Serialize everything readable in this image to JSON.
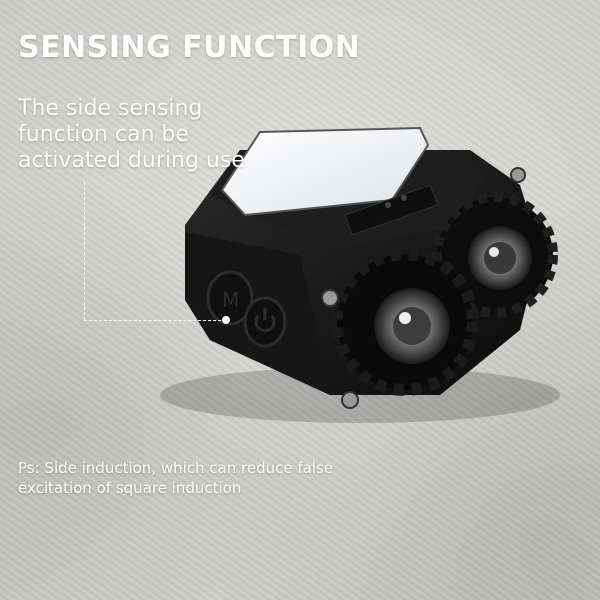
{
  "headline": "SENSING FUNCTION",
  "description": "The side sensing function can be activated during use",
  "note": "Ps: Side induction, which can reduce false excitation of square induction",
  "product": {
    "icon": "headlamp-image",
    "buttons": [
      "M"
    ]
  },
  "colors": {
    "text": "#ffffff",
    "device_body": "#111111",
    "panel": "#f2f4f6",
    "background": "#d8d8d5"
  }
}
